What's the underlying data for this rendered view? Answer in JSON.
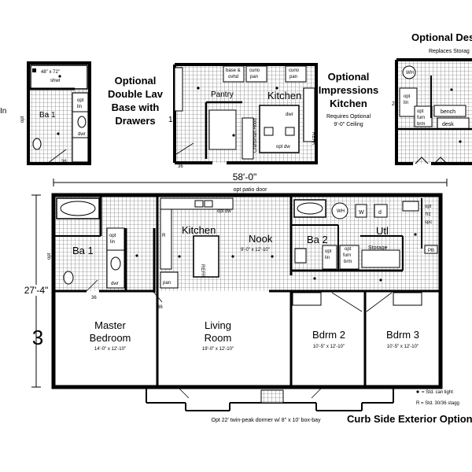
{
  "inset_bath": {
    "tub": "48\" x 72\"",
    "shwr": "shwr",
    "opt_left": "opt",
    "title": "Ba 1",
    "opt": "opt",
    "lin": "lin",
    "dwr": "dwr",
    "dim": "36",
    "edge_text": "In"
  },
  "inset_dbl_lav": {
    "line1": "Optional",
    "line2": "Double Lav",
    "line3": "Base with",
    "line4": "Drawers"
  },
  "inset_kitchen": {
    "base_ovhd": [
      "base &",
      "ovhd"
    ],
    "curio1": [
      "curio",
      "pan"
    ],
    "curio2": [
      "curio",
      "pan"
    ],
    "pantry": "Pantry",
    "kitchen": "Kitchen",
    "dwr": "dwr",
    "opt_dw": "opt dw",
    "craftsman": "Craftsman Hood",
    "refr": "REFR",
    "dim": "36",
    "marker": "1"
  },
  "inset_impressions": {
    "line1": "Optional",
    "line2": "Impressions",
    "line3": "Kitchen",
    "note1": "Requires Optional",
    "note2": "9'-0\" Ceiling"
  },
  "inset_desk": {
    "title": "Optional Desk",
    "sub": "Replaces Storag",
    "wh": "WH",
    "opt1": "opt",
    "lin": "lin",
    "opt2": "opt",
    "furn": "furn",
    "brm": "brm",
    "bench": "bench",
    "desk": "desk",
    "num": "2"
  },
  "overall_dim": "58'-0\"",
  "patio_door": "opt patio door",
  "left_dim": "27'-4\"",
  "model_number": "3",
  "rooms": {
    "ba1": "Ba 1",
    "kitchen": "Kitchen",
    "nook": {
      "name": "Nook",
      "size": "9'-0\" x 12'-10\""
    },
    "ba2": "Ba 2",
    "utl": "Utl",
    "master": {
      "name1": "Master",
      "name2": "Bedroom",
      "size": "14'-0\" x 12'-10\""
    },
    "living": {
      "name1": "Living",
      "name2": "Room",
      "size": "19'-0\" x 12'-10\""
    },
    "bdrm2": {
      "name": "Bdrm 2",
      "size": "10'-5\" x 12'-10\""
    },
    "bdrm3": {
      "name": "Bdrm 3",
      "size": "10'-5\" x 12'-10\""
    }
  },
  "fixtures": {
    "opt_left": "opt",
    "opt_lin_a": "opt",
    "lin_a": "lin",
    "dwr_main": "dwr",
    "dim36_a": "36",
    "dim36_b": "36",
    "refr": "REFR",
    "r": "R",
    "pan": "pan",
    "opt_dw": "opt dw",
    "wh": "WH",
    "w": "W",
    "d": "d",
    "opt_frz": [
      "opt",
      "frz",
      "spc"
    ],
    "opt_lin_b": "opt",
    "lin_b": "lin",
    "opt_furn": [
      "opt",
      "furn",
      "brm"
    ],
    "storage": "Storage",
    "pb": "PB"
  },
  "legend": {
    "can_light": "= Std. can light",
    "stagger": "R = Std. 30/36 stagg"
  },
  "dormer_note": "Opt 22' twin-peak dormer w/ 8\" x 10' box-bay",
  "curb_title": "Curb Side Exterior Options"
}
